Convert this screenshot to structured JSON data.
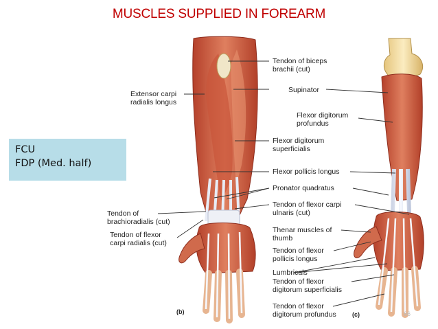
{
  "title": "MUSCLES SUPPLIED IN FOREARM",
  "colors": {
    "title": "#c00000",
    "box": "#b7dde8"
  },
  "box": {
    "line1": "FCU",
    "line2": "FDP (Med. half)"
  },
  "labels": {
    "biceps_tendon_1": "Tendon of biceps",
    "biceps_tendon_2": "brachii (cut)",
    "ecrl_1": "Extensor carpi",
    "ecrl_2": "radialis longus",
    "supinator": "Supinator",
    "fdp_1": "Flexor digitorum",
    "fdp_2": "profundus",
    "fds_1": "Flexor digitorum",
    "fds_2": "superficialis",
    "fpl": "Flexor pollicis longus",
    "pq": "Pronator quadratus",
    "br_tendon_1": "Tendon of",
    "br_tendon_2": "brachioradialis (cut)",
    "fcu_tendon_1": "Tendon of flexor carpi",
    "fcu_tendon_2": "ulnaris (cut)",
    "fcr_tendon_1": "Tendon of flexor",
    "fcr_tendon_2": "carpi radialis (cut)",
    "thenar_1": "Thenar muscles of",
    "thenar_2": "thumb",
    "fpl_tendon_1": "Tendon of flexor",
    "fpl_tendon_2": "pollicis longus",
    "lumbricals": "Lumbricals",
    "fds_tendon_1": "Tendon of flexor",
    "fds_tendon_2": "digitorum superficialis",
    "fdp_tendon_1": "Tendon of flexor",
    "fdp_tendon_2": "digitorum profundus"
  },
  "panel_b": "(b)",
  "panel_c": "(c)",
  "page_number": "66"
}
